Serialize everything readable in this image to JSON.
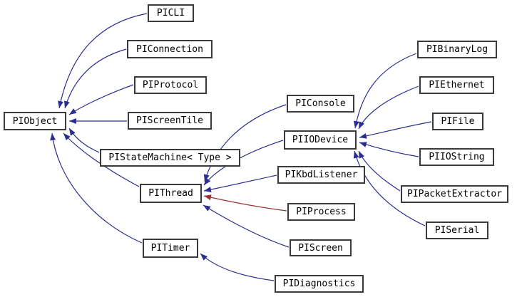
{
  "diagram": {
    "type": "class-inheritance-graph",
    "background_color": "#ffffff",
    "node_border_color": "#3a3a3a",
    "edge_colors": {
      "public_inheritance": "#2b2d90",
      "private_inheritance": "#9c3032"
    },
    "nodes": {
      "PIObject": {
        "label": "PIObject"
      },
      "PICLI": {
        "label": "PICLI"
      },
      "PIConnection": {
        "label": "PIConnection"
      },
      "PIProtocol": {
        "label": "PIProtocol"
      },
      "PIScreenTile": {
        "label": "PIScreenTile"
      },
      "PIStateMachine": {
        "label": "PIStateMachine< Type >"
      },
      "PIThread": {
        "label": "PIThread"
      },
      "PITimer": {
        "label": "PITimer"
      },
      "PIConsole": {
        "label": "PIConsole"
      },
      "PIIODevice": {
        "label": "PIIODevice"
      },
      "PIKbdListener": {
        "label": "PIKbdListener"
      },
      "PIProcess": {
        "label": "PIProcess"
      },
      "PIScreen": {
        "label": "PIScreen"
      },
      "PIDiagnostics": {
        "label": "PIDiagnostics"
      },
      "PIBinaryLog": {
        "label": "PIBinaryLog"
      },
      "PIEthernet": {
        "label": "PIEthernet"
      },
      "PIFile": {
        "label": "PIFile"
      },
      "PIIOString": {
        "label": "PIIOString"
      },
      "PIPacketExtractor": {
        "label": "PIPacketExtractor"
      },
      "PISerial": {
        "label": "PISerial"
      }
    },
    "edges": [
      {
        "from": "PICLI",
        "to": "PIObject",
        "inheritance": "public"
      },
      {
        "from": "PIConnection",
        "to": "PIObject",
        "inheritance": "public"
      },
      {
        "from": "PIProtocol",
        "to": "PIObject",
        "inheritance": "public"
      },
      {
        "from": "PIScreenTile",
        "to": "PIObject",
        "inheritance": "public"
      },
      {
        "from": "PIStateMachine",
        "to": "PIObject",
        "inheritance": "public"
      },
      {
        "from": "PIThread",
        "to": "PIObject",
        "inheritance": "public"
      },
      {
        "from": "PITimer",
        "to": "PIObject",
        "inheritance": "public"
      },
      {
        "from": "PIConsole",
        "to": "PIThread",
        "inheritance": "public"
      },
      {
        "from": "PIIODevice",
        "to": "PIThread",
        "inheritance": "public"
      },
      {
        "from": "PIKbdListener",
        "to": "PIThread",
        "inheritance": "public"
      },
      {
        "from": "PIProcess",
        "to": "PIThread",
        "inheritance": "private"
      },
      {
        "from": "PIScreen",
        "to": "PIThread",
        "inheritance": "public"
      },
      {
        "from": "PIBinaryLog",
        "to": "PIIODevice",
        "inheritance": "public"
      },
      {
        "from": "PIEthernet",
        "to": "PIIODevice",
        "inheritance": "public"
      },
      {
        "from": "PIFile",
        "to": "PIIODevice",
        "inheritance": "public"
      },
      {
        "from": "PIIOString",
        "to": "PIIODevice",
        "inheritance": "public"
      },
      {
        "from": "PIPacketExtractor",
        "to": "PIIODevice",
        "inheritance": "public"
      },
      {
        "from": "PISerial",
        "to": "PIIODevice",
        "inheritance": "public"
      },
      {
        "from": "PIDiagnostics",
        "to": "PITimer",
        "inheritance": "public"
      }
    ]
  }
}
